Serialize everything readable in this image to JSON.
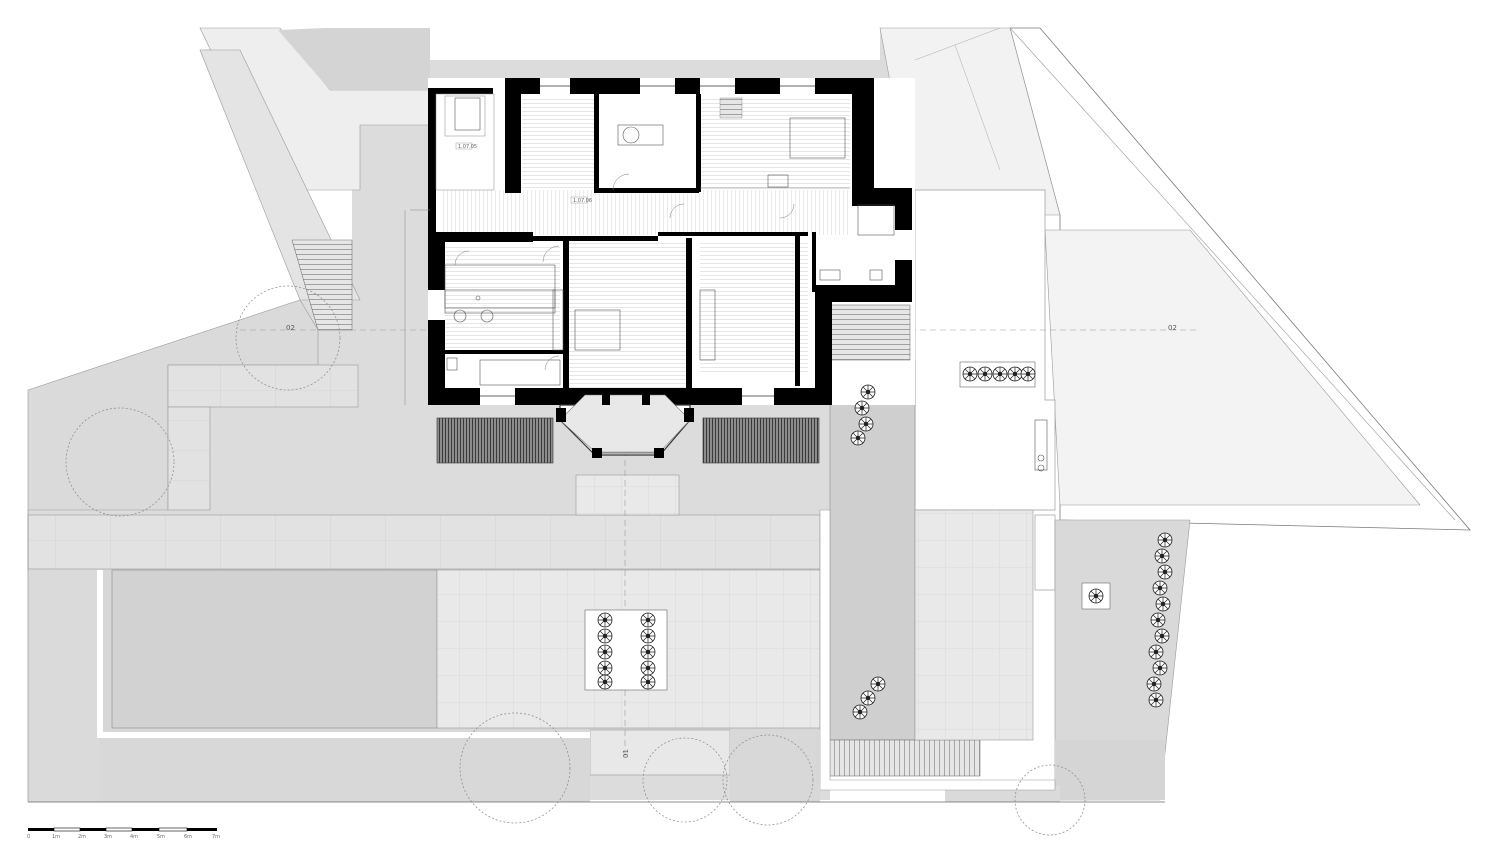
{
  "section_marks": {
    "left": "02",
    "right": "02",
    "bottom": "01"
  },
  "room_tags": {
    "tag_a": "1.07.05",
    "tag_b": "1.07.06"
  },
  "scale_bar": {
    "ticks": [
      "0",
      "1m",
      "2m",
      "3m",
      "4m",
      "5m",
      "6m",
      "7m"
    ]
  },
  "colors": {
    "ground": "#dcdcdc",
    "paving": "#e8e8e8",
    "lawn": "#f4f4f4",
    "wall": "#000000",
    "line": "#9a9a9a",
    "floor": "#ffffff"
  }
}
